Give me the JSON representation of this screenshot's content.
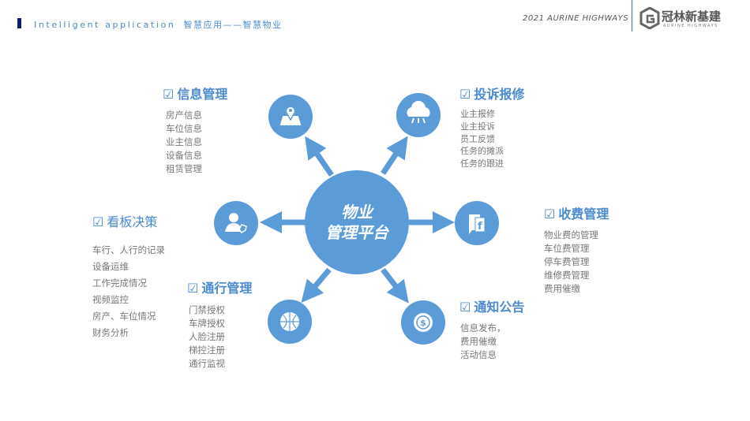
{
  "header": {
    "title_en": "Intelligent application",
    "title_cn": "智慧应用——智慧物业",
    "year_text": "2021  AURINE  HIGHWAYS",
    "logo_name": "冠林新基建",
    "logo_sub": "AURINE HIGHWAYS"
  },
  "colors": {
    "accent": "#5b9bd8",
    "title": "#4a8ad0",
    "text": "#777777"
  },
  "center": {
    "line1": "物业",
    "line2": "管理平台"
  },
  "check": "☑",
  "modules": [
    {
      "title": "信息管理",
      "icon": "map-pin-icon",
      "items": [
        "房产信息",
        "车位信息",
        "业主信息",
        "设备信息",
        "租赁管理"
      ]
    },
    {
      "title": "投诉报修",
      "icon": "cloud-network-icon",
      "items": [
        "业主报修",
        "业主投诉",
        "员工反馈",
        "任务的摊派",
        "任务的跟进"
      ]
    },
    {
      "title": "看板决策",
      "icon": "user-shield-icon",
      "items": [
        "车行、人行的记录",
        "设备运维",
        "工作完成情况",
        "视频监控",
        "房产、车位情况",
        "财务分析"
      ]
    },
    {
      "title": "收费管理",
      "icon": "chat-f-icon",
      "items": [
        "物业费的管理",
        "车位费管理",
        "停车费管理",
        "维修费管理",
        "费用催缴"
      ]
    },
    {
      "title": "通行管理",
      "icon": "globe-icon",
      "items": [
        "门禁授权",
        "车牌授权",
        "人脸注册",
        "梯控注册",
        "通行监视"
      ]
    },
    {
      "title": "通知公告",
      "icon": "dollar-badge-icon",
      "items": [
        "信息发布，",
        "费用催缴",
        "活动信息"
      ]
    }
  ]
}
